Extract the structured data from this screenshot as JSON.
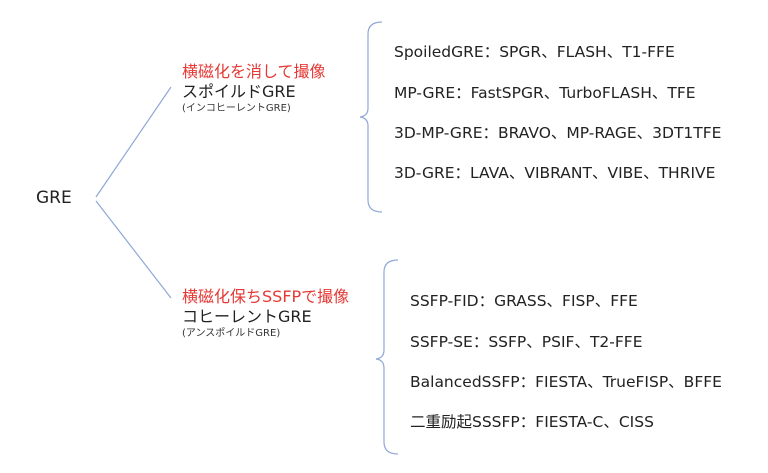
{
  "root": "GRE",
  "colors": {
    "accent_red": "#e53935",
    "line_blue": "#8fa8d8"
  },
  "branches": [
    {
      "heading": "横磁化を消して撮像",
      "name": "スポイルドGRE",
      "note": "(インコヒーレントGRE)",
      "items": [
        "SpoiledGRE：SPGR、FLASH、T1-FFE",
        "MP-GRE：FastSPGR、TurboFLASH、TFE",
        "3D-MP-GRE：BRAVO、MP-RAGE、3DT1TFE",
        "3D-GRE：LAVA、VIBRANT、VIBE、THRIVE"
      ]
    },
    {
      "heading": "横磁化保ちSSFPで撮像",
      "name": "コヒーレントGRE",
      "note": "(アンスポイルドGRE)",
      "items": [
        "SSFP-FID：GRASS、FISP、FFE",
        "SSFP-SE：SSFP、PSIF、T2-FFE",
        "BalancedSSFP：FIESTA、TrueFISP、BFFE",
        "二重励起SSSFP：FIESTA-C、CISS"
      ]
    }
  ]
}
